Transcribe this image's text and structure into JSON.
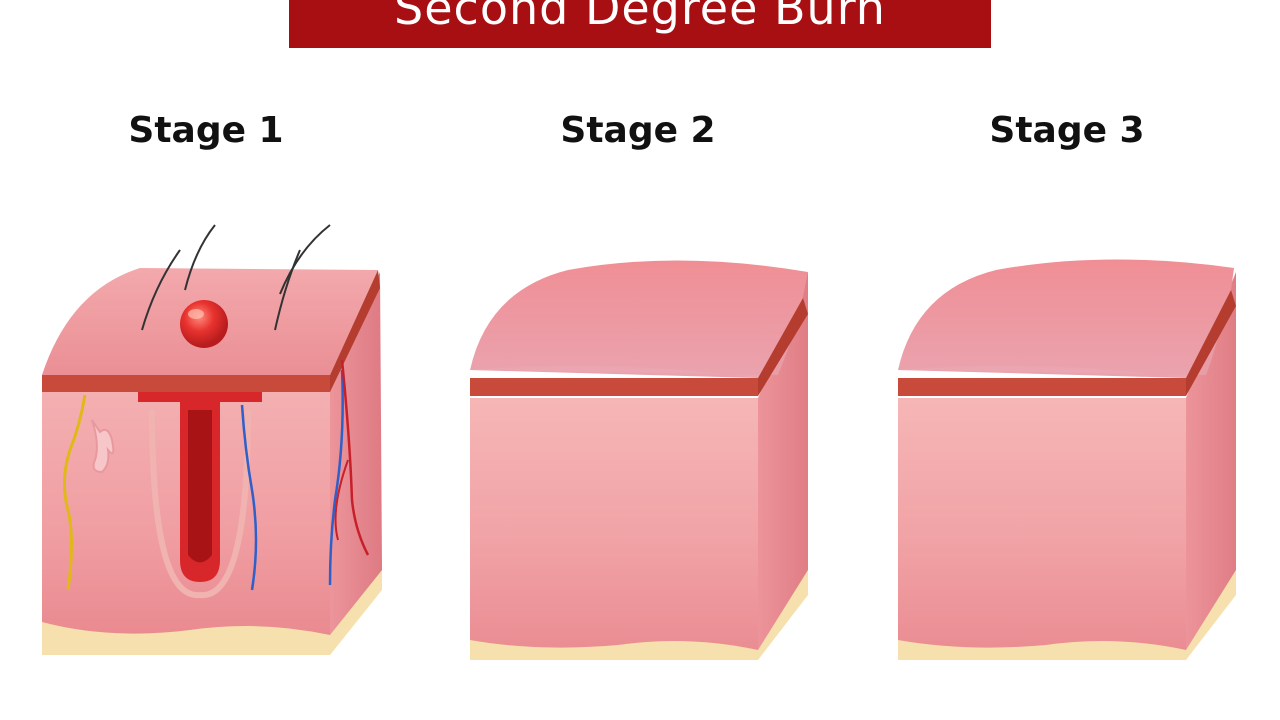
{
  "title": "Second Degree Burn",
  "colors": {
    "banner": "#a80f12",
    "skin_front": "#f1a3a6",
    "skin_top": "#ec9da2",
    "skin_side": "#e27e86",
    "epidermis_band": "#c84a3a",
    "fat_layer": "#f6e0ad",
    "blister": "#e23030",
    "hair_follicle": "#c81e22",
    "vein": "#2f5fc8",
    "artery": "#c8202a",
    "nerve": "#e0b818"
  },
  "stages": [
    {
      "label": "Stage 1",
      "icon": "skin-cross-section-with-blister-icon",
      "shows_internal_structures": true
    },
    {
      "label": "Stage 2",
      "icon": "skin-block-swelling-icon",
      "shows_internal_structures": false
    },
    {
      "label": "Stage 3",
      "icon": "skin-block-swelling-icon",
      "shows_internal_structures": false
    }
  ]
}
